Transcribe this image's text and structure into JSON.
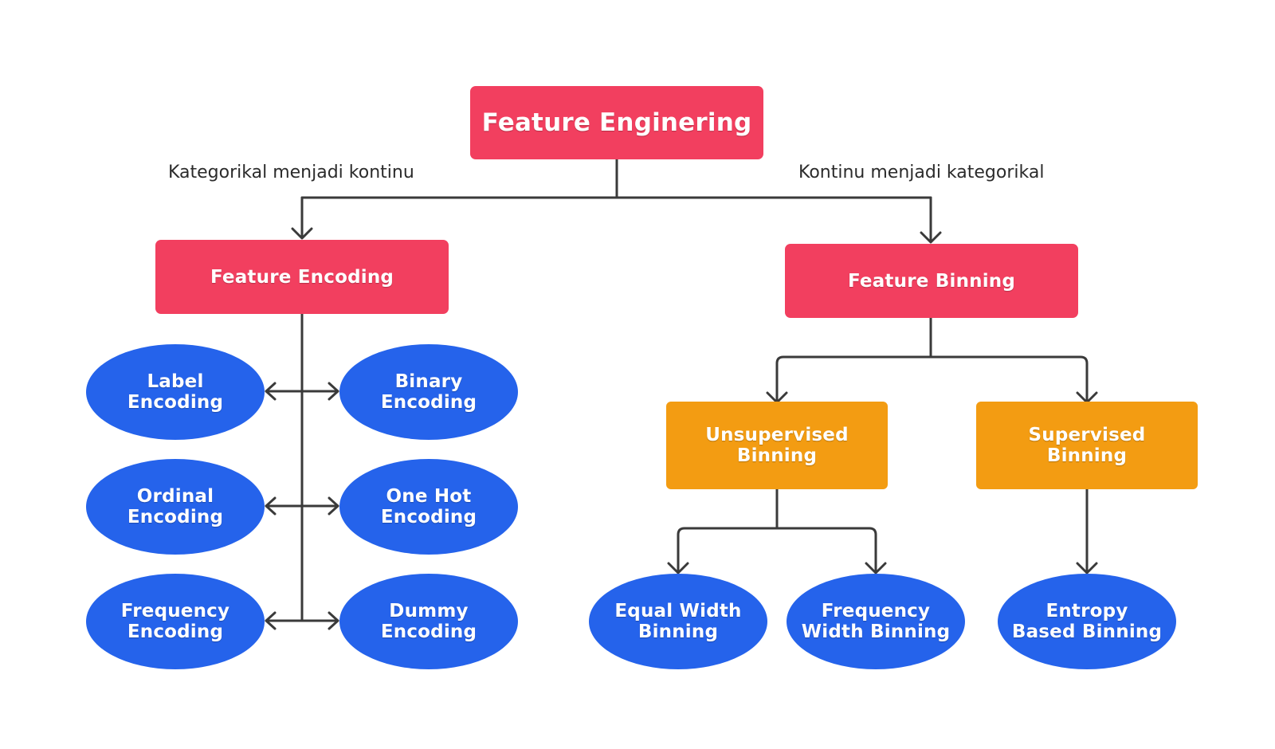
{
  "root": {
    "label": "Feature Enginering"
  },
  "branches": {
    "left_caption": "Kategorikal menjadi kontinu",
    "right_caption": "Kontinu menjadi kategorikal"
  },
  "encoding": {
    "label": "Feature Encoding",
    "methods": [
      "Label\nEncoding",
      "Binary\nEncoding",
      "Ordinal\nEncoding",
      "One Hot\nEncoding",
      "Frequency\nEncoding",
      "Dummy\nEncoding"
    ]
  },
  "binning": {
    "label": "Feature Binning",
    "unsupervised": {
      "label": "Unsupervised\nBinning",
      "methods": [
        "Equal Width\nBinning",
        "Frequency\nWidth Binning"
      ]
    },
    "supervised": {
      "label": "Supervised\nBinning",
      "methods": [
        "Entropy\nBased Binning"
      ]
    }
  },
  "colors": {
    "primary_box": "#f23f5f",
    "secondary_box": "#f39c12",
    "method_ellipse": "#2563eb",
    "connector": "#3a3a3a"
  }
}
